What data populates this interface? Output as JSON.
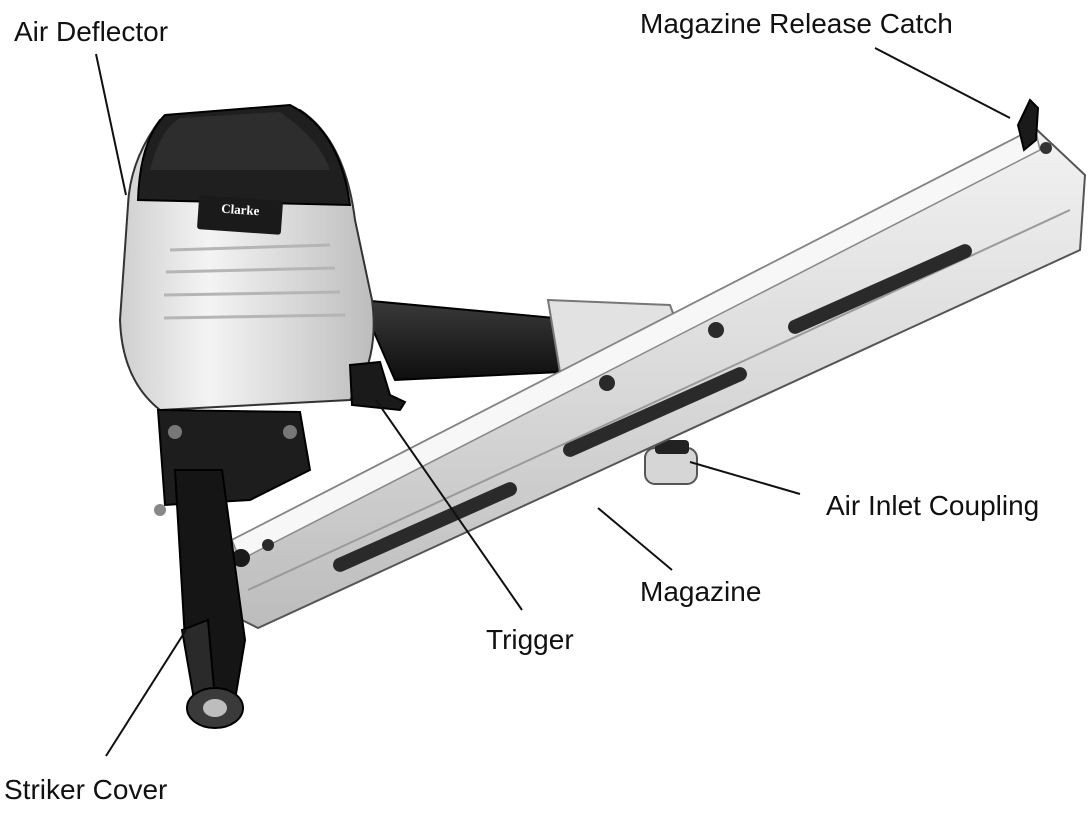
{
  "diagram": {
    "labels": {
      "air_deflector": "Air Deflector",
      "magazine_release_catch": "Magazine Release Catch",
      "air_inlet_coupling": "Air Inlet Coupling",
      "magazine": "Magazine",
      "trigger": "Trigger",
      "striker_cover": "Striker Cover"
    },
    "brand_badge": "Clarke",
    "colors": {
      "background": "#ffffff",
      "body": "#e6e6e6",
      "dark": "#1a1a1a",
      "label_text": "#111111"
    }
  }
}
